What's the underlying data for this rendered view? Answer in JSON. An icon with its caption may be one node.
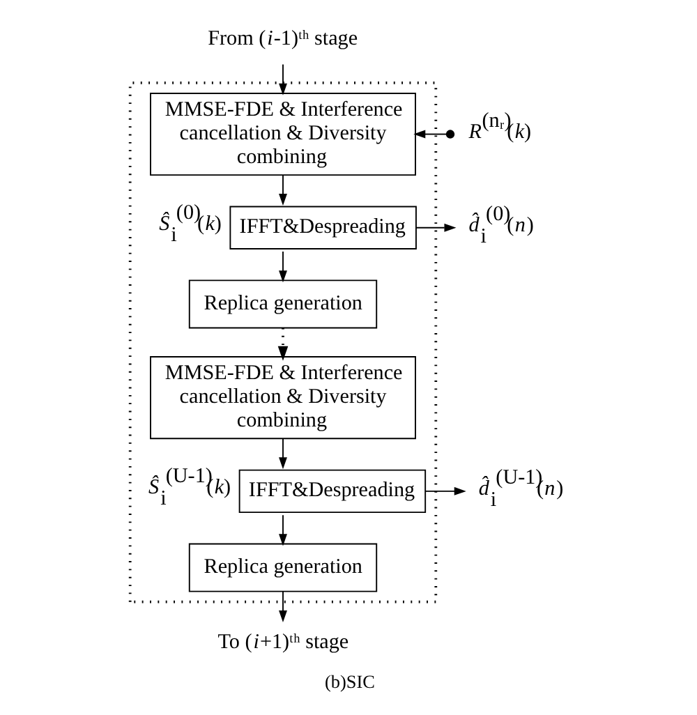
{
  "diagram": {
    "caption": "(b)SIC",
    "nodes": [
      {
        "text": [],
        "shape": "box"
      },
      {
        "text": [
          "From (*i*-1)ᵗʰ stage"
        ]
      },
      {
        "text": [
          "*R*$^{(nᵣ)}$(*k*)"
        ]
      },
      {
        "text": [
          "MMSE-FDE & Interference cancellation & Diversity combining"
        ],
        "in": 0
      },
      {
        "text": [
          "IFFT&Despreading"
        ],
        "in": 0,
        "beside": [
          "*Ŝ*$_{i}$$^{(0)}$(*k*)"
        ]
      },
      {
        "text": [
          "Replica generation"
        ],
        "in": 0
      },
      {
        "text": [
          "*d̂*$_{i}$$^{(0)}$(*n*)"
        ]
      },
      {
        "text": [
          "MMSE-FDE & Interference cancellation & Diversity combining"
        ],
        "in": 0
      },
      {
        "text": [
          "IFFT&Despreading"
        ],
        "in": 0,
        "beside": [
          "*Ŝ*$_{i}$$^{(U-1)}$(*k*)"
        ]
      },
      {
        "text": [
          "Replica generation"
        ],
        "in": 0
      },
      {
        "text": [
          "*d̂*$_{i}$$^{(U-1)}$(*n*)"
        ]
      },
      {
        "text": [
          "To (*i*+1)ᵗʰ stage"
        ]
      }
    ],
    "edges": [
      {
        "from": 1,
        "to": 3,
        "arrow": "to"
      },
      {
        "from": 2,
        "to": 3,
        "arrow": "to"
      },
      {
        "from": 3,
        "to": 4,
        "arrow": "to"
      },
      {
        "from": 4,
        "to": 6,
        "arrow": "to"
      },
      {
        "from": 4,
        "to": 5,
        "arrow": "to"
      },
      {
        "from": 5,
        "to": 7,
        "arrow": "to",
        "style": "dashed"
      },
      {
        "from": 7,
        "to": 8,
        "arrow": "to"
      },
      {
        "from": 8,
        "to": 10,
        "arrow": "to"
      },
      {
        "from": 8,
        "to": 9,
        "arrow": "to"
      },
      {
        "from": 9,
        "to": 11,
        "arrow": "to"
      }
    ]
  }
}
